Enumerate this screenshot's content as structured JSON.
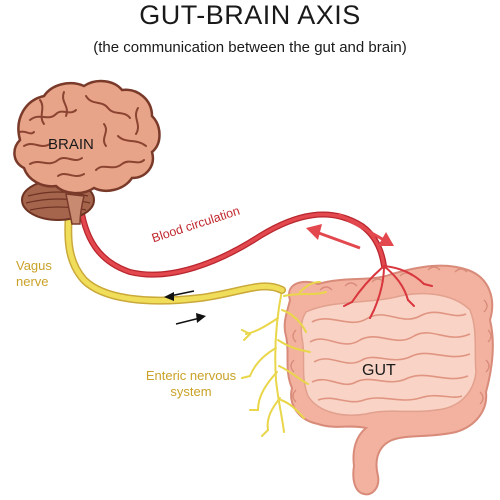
{
  "title": "GUT-BRAIN AXIS",
  "subtitle": "(the communication between the gut and brain)",
  "labels": {
    "brain": "BRAIN",
    "gut": "GUT",
    "blood": "Blood circulation",
    "vagus_line1": "Vagus",
    "vagus_line2": "nerve",
    "enteric_line1": "Enteric nervous",
    "enteric_line2": "system"
  },
  "colors": {
    "brain_fill": "#e8a489",
    "brain_stroke": "#7a3a2a",
    "cerebellum": "#a5644c",
    "gut_fill": "#f7c5b4",
    "gut_stroke": "#d98b7a",
    "vagus": "#e9d64a",
    "vessel": "#d9363e",
    "label_yellow": "#c9a227",
    "label_red": "#c0282e"
  }
}
